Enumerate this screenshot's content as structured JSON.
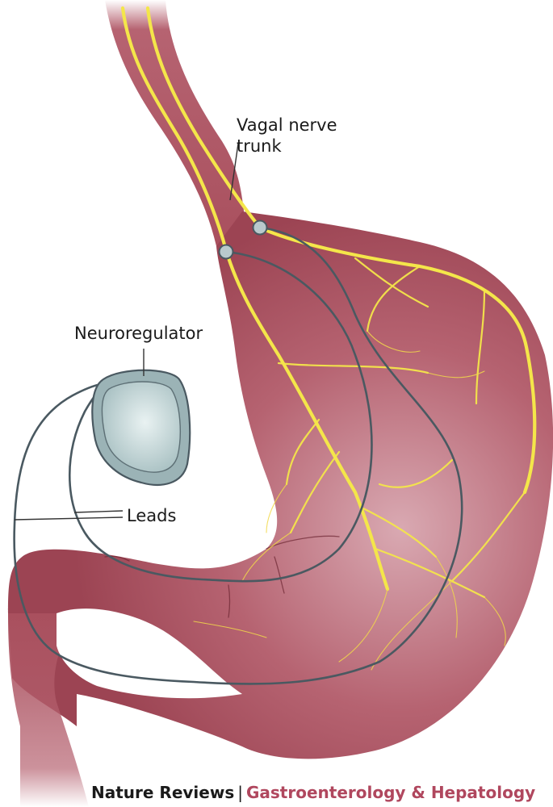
{
  "labels": {
    "vagal_line1": "Vagal nerve",
    "vagal_line2": "trunk",
    "neuroregulator": "Neuroregulator",
    "leads": "Leads"
  },
  "credit": {
    "journal": "Nature Reviews",
    "separator": "|",
    "title": "Gastroenterology & Hepatology"
  },
  "colors": {
    "stomach": "#a9505e",
    "stomach_highlight": "#d7a3ad",
    "nerve": "#f4e64a",
    "lead_wire": "#4a5961",
    "device": "#c2d4d5",
    "credit_accent": "#b0475e"
  }
}
